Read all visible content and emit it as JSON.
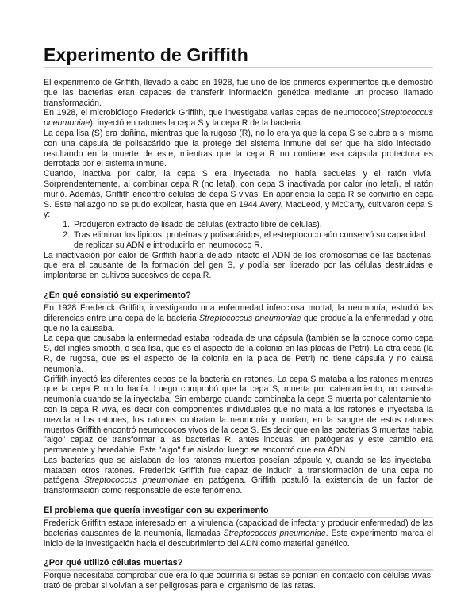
{
  "title": "Experimento de Griffith",
  "intro": {
    "p1": "El experimento de Griffith, llevado a cabo en 1928, fue uno de los primeros experimentos que demostró que las bacterias eran capaces de transferir información genética mediante un proceso llamado transformación.",
    "p2_a": "En 1928, el microbiólogo Frederick Griffith, que investigaba varias cepas de neumococo(",
    "p2_italic": "Streptococcus pneumoniae",
    "p2_b": "), inyectó en ratones la cepa S y la cepa R de la bacteria.",
    "p3": "La cepa lisa (S) era dañina, mientras que la rugosa (R), no lo era ya que la cepa S se cubre a si misma con una cápsula de polisacárido que la protege del sistema inmune del ser que ha sido infectado, resultando en la muerte de este, mientras que la cepa R no contiene esa cápsula protectora es derrotada por el sistema inmune.",
    "p4": "Cuando, inactiva por calor, la cepa S era inyectada, no había secuelas y el ratón vivía. Sorprendentemente, al combinar cepa R (no letal), con cepa S inactivada por calor (no letal), el ratón murió. Además, Griffith encontró células de cepa S vivas. En apariencia la cepa R se convirtió en cepa S. Este hallazgo no se pudo explicar, hasta que en 1944 Avery, MacLeod, y McCarty, cultivaron cepa S y:",
    "list": [
      "Produjeron extracto de lisado de células (extracto libre de células).",
      "Tras eliminar los lípidos, proteínas y polisacáridos, el estreptococo aún conservó su capacidad de replicar su ADN e introducirlo en neumococo R."
    ],
    "p5": "La inactivación por calor de Griffith habría dejado intacto el ADN de los cromosomas de las bacterias, que era el causante de la formación del gen S, y podía ser liberado por las células destruidas e implantarse en cultivos sucesivos de cepa R."
  },
  "section1": {
    "heading": "¿En qué consistió su experimento?",
    "p1_a": "En 1928 Frederick Griffith, investigando una enfermedad infecciosa mortal, la neumonía, estudió las diferencias entre una cepa de la bacteria ",
    "p1_italic": "Streptococcus pneumoniae",
    "p1_b": " que producía la enfermedad y otra que no la causaba.",
    "p2": "La cepa que causaba la enfermedad estaba rodeada de una cápsula (también se la conoce como cepa S, del inglés smooth, o sea lisa, que es el aspecto de la colonia en las placas de Petri). La otra cepa (la R, de rugosa, que es el aspecto de la colonia en la placa de Petri) no tiene cápsula y no causa neumonía.",
    "p3": "Griffith inyectó las diferentes cepas de la bacteria en ratones. La cepa S mataba a los ratones mientras que la cepa R no lo hacía. Luego comprobó que la cepa S, muerta por calentamiento, no causaba neumonía cuando se la inyectaba. Sin embargo cuando combinaba la cepa S muerta por calentamiento, con la cepa R viva, es decir con componentes individuales que no mata a los ratones e inyectaba la mezcla a los ratones, los ratones contraían la neumonía y morían; en la sangre de estos ratones muertos Griffith encontró neumococos vivos de la cepa S. Es decir que en las bacterias S muertas había \"algo\" capaz de transformar a las bacterias R, antes inocuas, en patógenas y este cambio era permanente y heredable. Este \"algo\" fue aislado; luego se encontró que era ADN.",
    "p4_a": "Las bacterias que se aislaban de los ratones muertos poseían cápsula y, cuando se las inyectaba, mataban otros ratones. Frederick Griffith fue capaz de inducir la transformación de una cepa no patógena ",
    "p4_italic": "Streptococcus pneumoniae",
    "p4_b": " en patógena. Griffith postuló la existencia de un factor de transformación como responsable de este fenómeno."
  },
  "section2": {
    "heading": "El problema que quería investigar con su experimento",
    "p1_a": "Frederick Griffith estaba interesado en la virulencia (capacidad de infectar y producir enfermedad) de las bacterias causantes de la neumonía, llamadas ",
    "p1_italic": "Streptococcus pneumoniae",
    "p1_b": ". Este experimento marca el inicio de la investigación hacia el descubrimiento del ADN como material genético."
  },
  "section3": {
    "heading": "¿Por qué utilizó células muertas?",
    "p1": "Porque necesitaba comprobar que era lo que ocurriría si éstas se ponían en contacto con células vivas, trató de probar si volvían a ser peligrosas para el organismo de las ratas."
  }
}
